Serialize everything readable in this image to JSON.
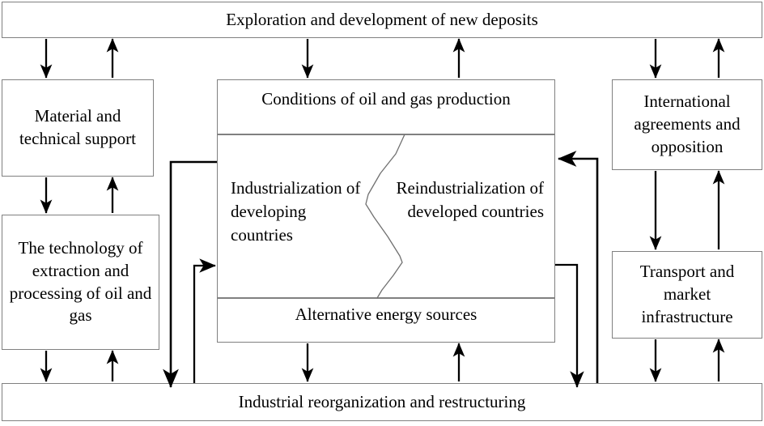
{
  "diagram": {
    "title_box": {
      "label": "Exploration and development of new deposits"
    },
    "left_column": [
      {
        "id": "material-technical-support",
        "label": "Material and technical support"
      },
      {
        "id": "technology-extraction-processing",
        "label": "The technology of extraction and processing of oil and gas"
      }
    ],
    "center": {
      "header": {
        "label": "Conditions of oil and gas production"
      },
      "split_left": {
        "label": "Industrialization of developing countries"
      },
      "split_right": {
        "label": "Reindustrialization of developed countries"
      },
      "footer": {
        "label": "Alternative energy sources"
      }
    },
    "right_column": [
      {
        "id": "international-agreements-opposition",
        "label": "International agreements and opposition"
      },
      {
        "id": "transport-market-infrastructure",
        "label": "Transport and market infrastructure"
      }
    ],
    "bottom_box": {
      "label": "Industrial reorganization and restructuring"
    },
    "colors": {
      "box_border": "#808080",
      "arrow": "#000000",
      "divider_curve": "#606060",
      "background": "#ffffff"
    },
    "connectors": {
      "description": "Bidirectional arrow pairs linking stacked boxes, plus elbow connectors from the left and right columns into the central split block.",
      "count": 22
    }
  }
}
